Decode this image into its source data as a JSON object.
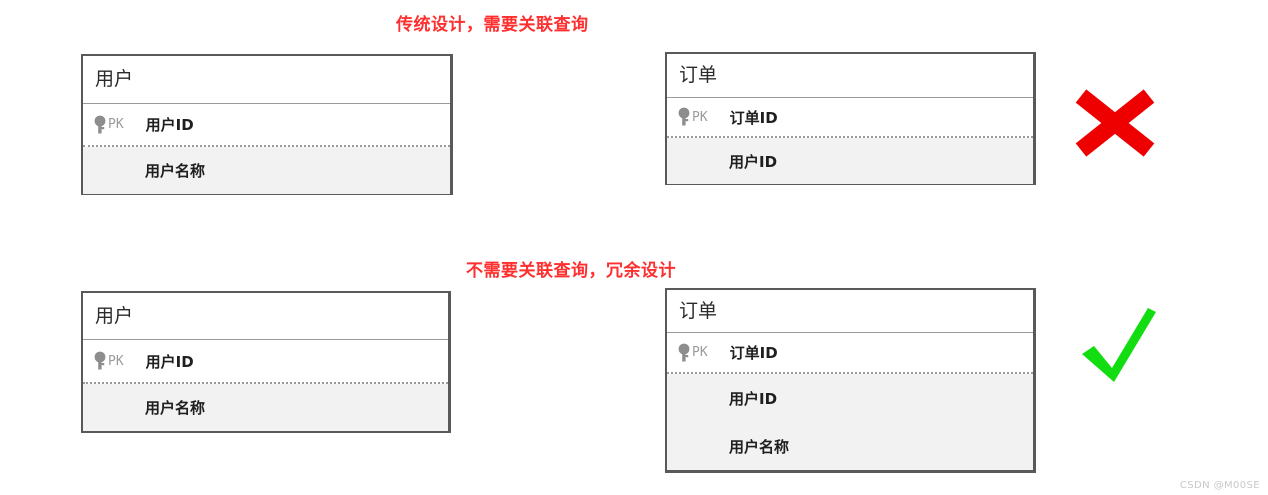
{
  "sections": [
    {
      "caption": "传统设计，需要关联查询",
      "verdict": "cross",
      "tables": [
        {
          "title": "用户",
          "pk": {
            "icon": "key-icon",
            "tag": "PK",
            "name": "用户ID"
          },
          "attributes": [
            "用户名称"
          ]
        },
        {
          "title": "订单",
          "pk": {
            "icon": "key-icon",
            "tag": "PK",
            "name": "订单ID"
          },
          "attributes": [
            "用户ID"
          ]
        }
      ]
    },
    {
      "caption": "不需要关联查询，冗余设计",
      "verdict": "check",
      "tables": [
        {
          "title": "用户",
          "pk": {
            "icon": "key-icon",
            "tag": "PK",
            "name": "用户ID"
          },
          "attributes": [
            "用户名称"
          ]
        },
        {
          "title": "订单",
          "pk": {
            "icon": "key-icon",
            "tag": "PK",
            "name": "订单ID"
          },
          "attributes": [
            "用户ID",
            "用户名称"
          ]
        }
      ]
    }
  ],
  "marks": {
    "cross_label": "✖",
    "check_label": "✔",
    "cross_color": "#ee0000",
    "check_color": "#11dd11"
  },
  "colors": {
    "caption": "#ff2f2f",
    "table_border": "#595959",
    "attr_fill": "#f2f2f2",
    "pk_tag": "#9b9b9b",
    "watermark": "#c9c9c9"
  },
  "watermark": "CSDN @M00SE"
}
